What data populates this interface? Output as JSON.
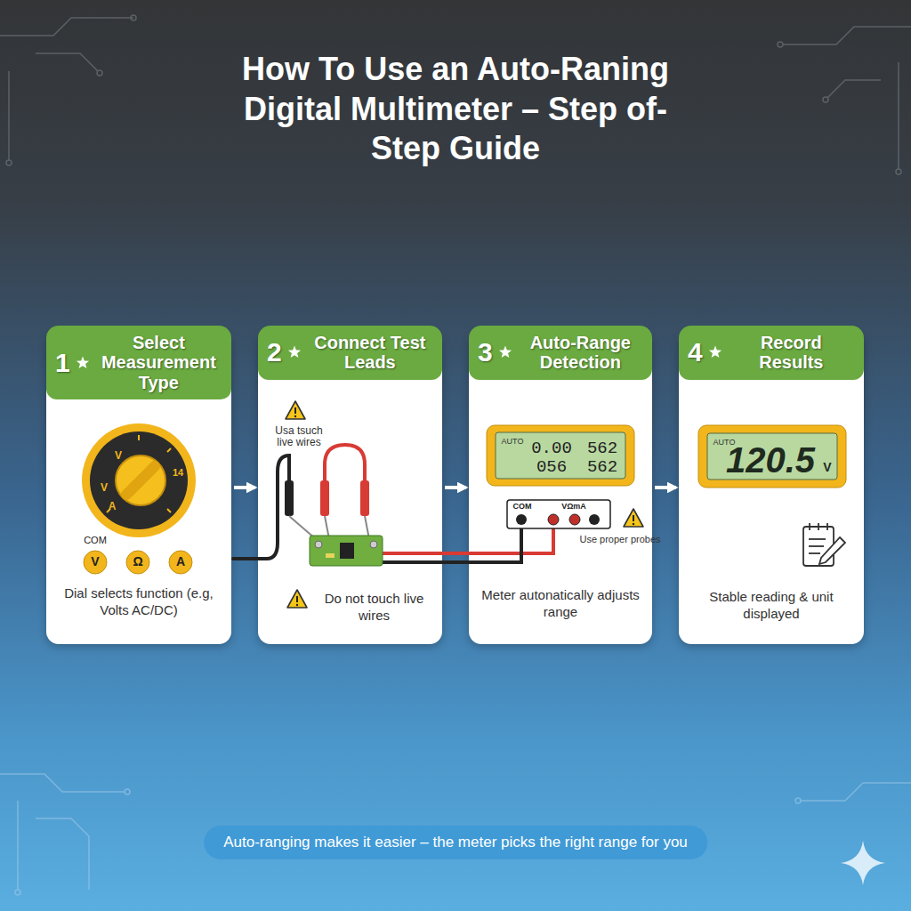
{
  "diagram": {
    "title": "How To Use an Auto-Raning Digital Multimeter – Step of-Step Guide",
    "nodes": [
      {
        "text": [
          "Dial selects function (e.g, Volts AC/DC)"
        ]
      },
      {
        "text": [
          "1",
          "Select Measurement Type"
        ],
        "in": 0
      },
      {
        "text": [
          "Do not touch live wires"
        ]
      },
      {
        "text": [
          "2",
          "Connect Test Leads"
        ],
        "in": 2
      },
      {
        "text": [
          "Meter autonatically adjusts range"
        ]
      },
      {
        "text": [
          "3",
          "Auto-Range Detection"
        ],
        "in": 4
      },
      {
        "text": [
          "Stable reading & unit displayed"
        ]
      },
      {
        "text": [
          "4",
          "Record Results"
        ],
        "in": 6
      },
      {
        "text": [
          "Auto-ranging makes it easier – the meter picks the right range for you"
        ]
      }
    ],
    "edges": [
      {
        "from": 0,
        "to": 2,
        "arrow": "to"
      },
      {
        "from": 2,
        "to": 4,
        "arrow": "to"
      },
      {
        "from": 4,
        "to": 6,
        "arrow": "to"
      }
    ],
    "labels": [
      "V",
      "V",
      "A",
      "14",
      "COM",
      "V",
      "Ω",
      "A",
      "Usa tsuch live wires",
      "AUTO",
      "0.00",
      "562",
      "056",
      "562",
      "COM",
      "VΩmA",
      "Use proper probes",
      "AUTO",
      "120.5",
      "V"
    ]
  }
}
